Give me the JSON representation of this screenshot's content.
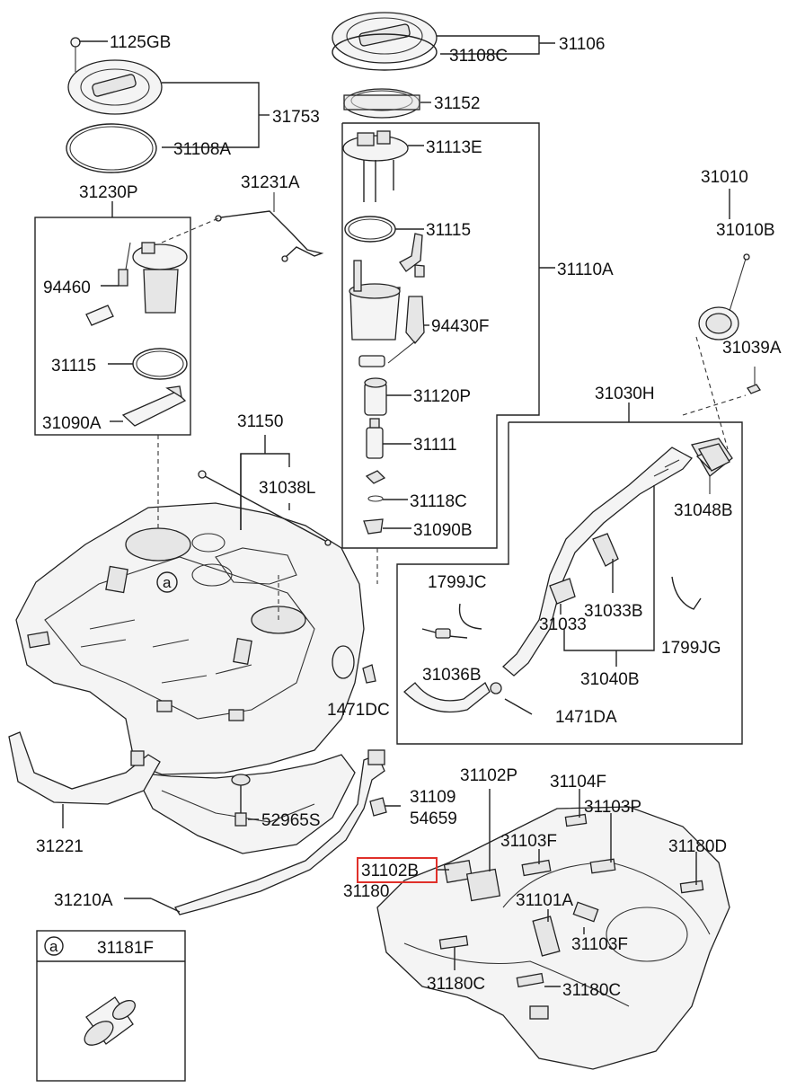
{
  "labels": {
    "l_1125GB": "1125GB",
    "l_31753": "31753",
    "l_31108A": "31108A",
    "l_31106": "31106",
    "l_31108C": "31108C",
    "l_31152": "31152",
    "l_31113E": "31113E",
    "l_31115_right": "31115",
    "l_31110A": "31110A",
    "l_94430F": "94430F",
    "l_31120P": "31120P",
    "l_31111": "31111",
    "l_31118C": "31118C",
    "l_31090B": "31090B",
    "l_31231A": "31231A",
    "l_31230P": "31230P",
    "l_94460": "94460",
    "l_31115_left": "31115",
    "l_31090A": "31090A",
    "l_31010": "31010",
    "l_31010B": "31010B",
    "l_31039A": "31039A",
    "l_31030H": "31030H",
    "l_31048B": "31048B",
    "l_31150": "31150",
    "l_31038L": "31038L",
    "l_a_marker": "a",
    "l_1799JC": "1799JC",
    "l_31033B": "31033B",
    "l_31033": "31033",
    "l_1799JG": "1799JG",
    "l_31040B": "31040B",
    "l_31036B": "31036B",
    "l_1471DA": "1471DA",
    "l_1471DC": "1471DC",
    "l_31221": "31221",
    "l_52965S": "52965S",
    "l_31109": "31109",
    "l_54659": "54659",
    "l_31210A": "31210A",
    "l_31102P": "31102P",
    "l_31104F": "31104F",
    "l_31103P": "31103P",
    "l_31103F_top": "31103F",
    "l_31180D": "31180D",
    "l_31102B": "31102B",
    "l_31180": "31180",
    "l_31101A": "31101A",
    "l_31103F_bottom": "31103F",
    "l_31180C_left": "31180C",
    "l_31180C_right": "31180C",
    "l_a_legend": "a",
    "l_31181F": "31181F"
  },
  "highlight_color": "#e0302a"
}
